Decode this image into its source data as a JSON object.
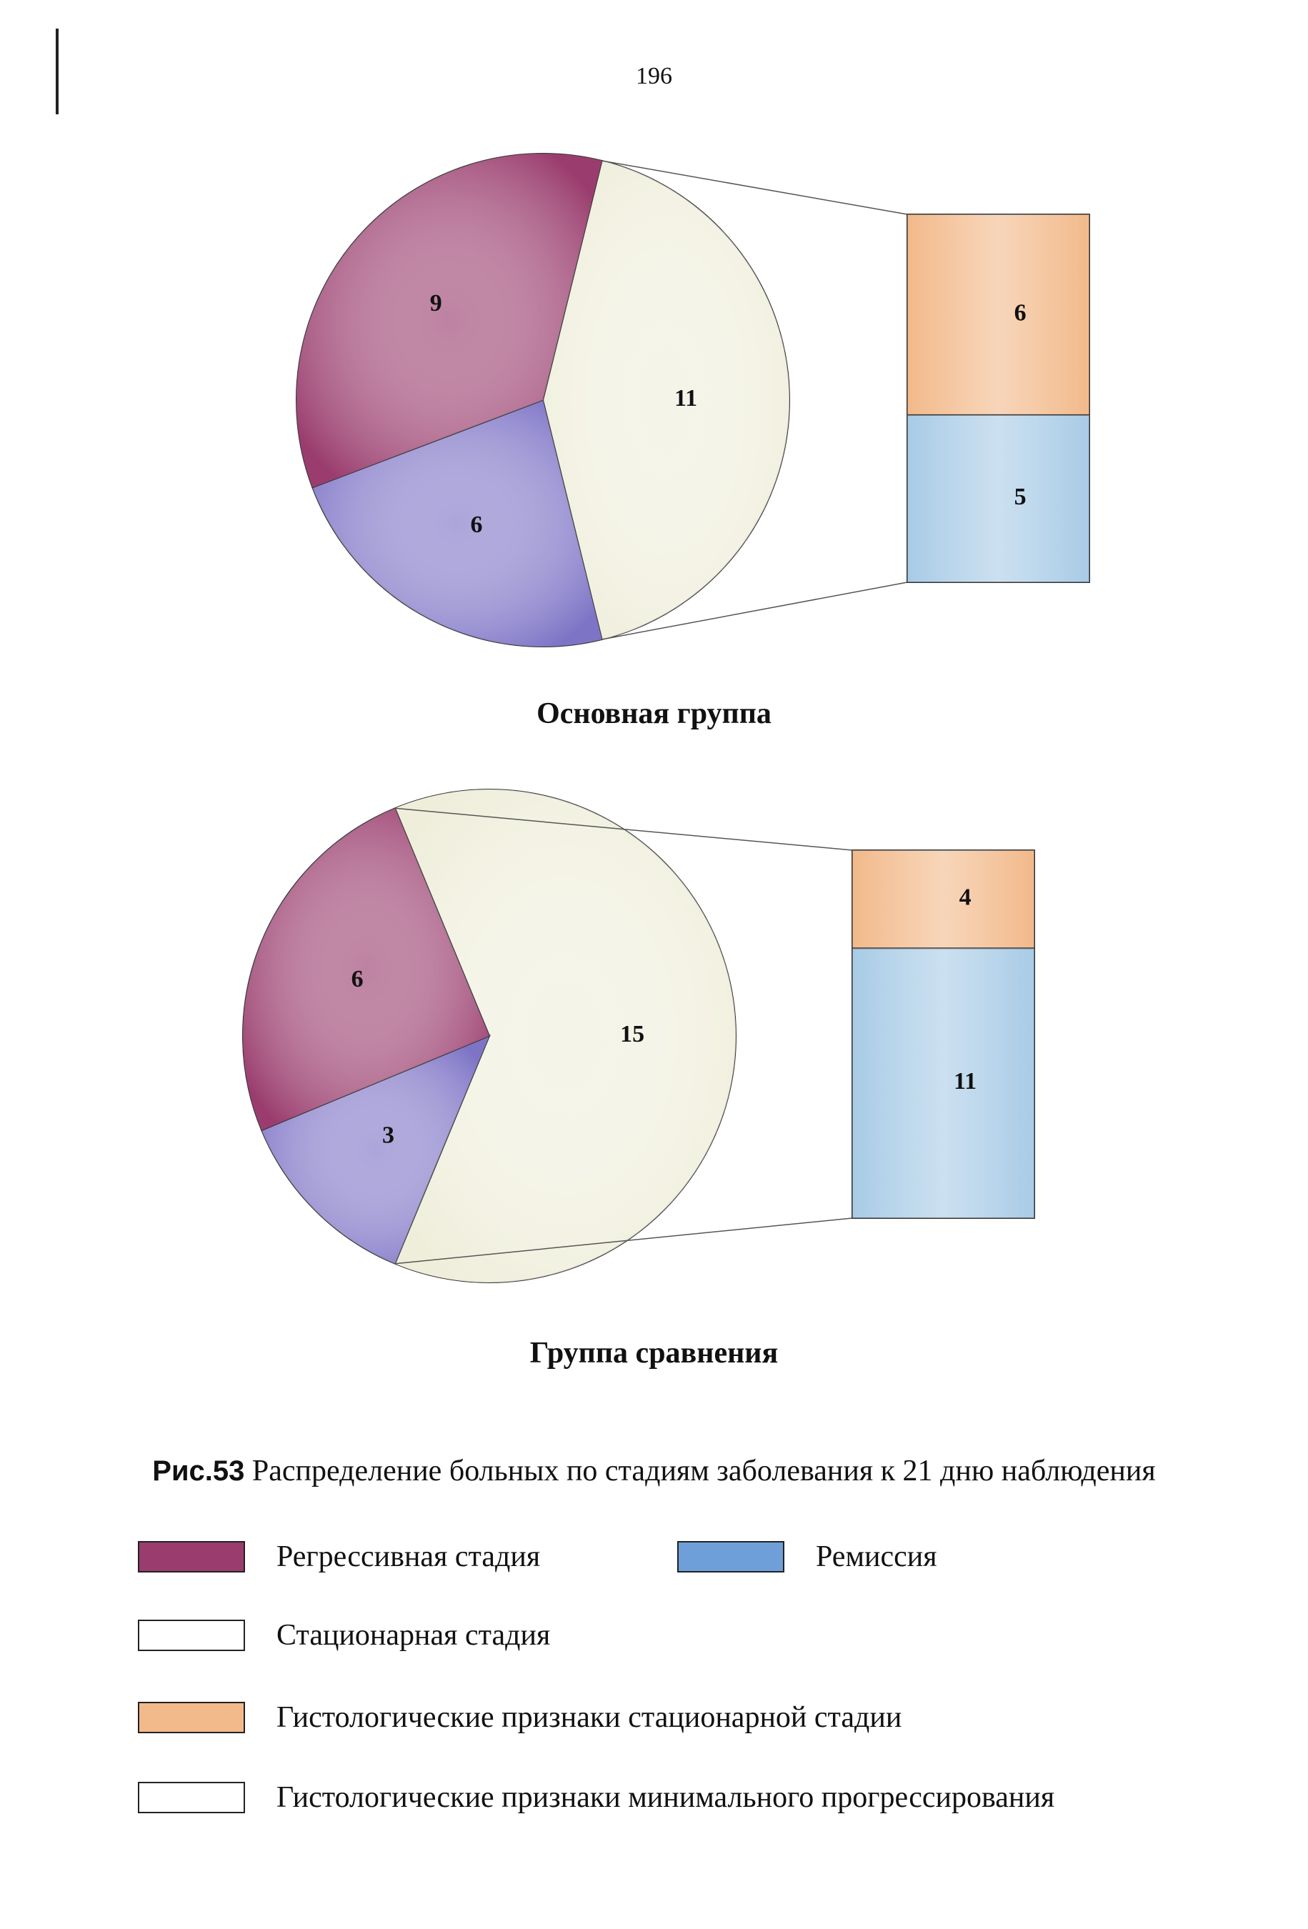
{
  "page_number": "196",
  "caption": {
    "figure": "Рис.53",
    "text": "Распределение больных по стадиям заболевания к 21 дню наблюдения"
  },
  "colors": {
    "regressive": "#9a3d6e",
    "stationary": "#efeedb",
    "remission": "#6f9fd8",
    "histo_stationary": "#f2b98a",
    "histo_progress": "#a8cbe6"
  },
  "legend": [
    {
      "label": "Регрессивная стадия",
      "color": "#9a3d6e"
    },
    {
      "label": "Ремиссия",
      "color": "#6f9fd8"
    },
    {
      "label": "Стационарная стадия",
      "color": "#ffffff"
    },
    {
      "label": "Гистологические признаки стационарной стадии",
      "color": "#f2b98a"
    },
    {
      "label": "Гистологические признаки минимального прогрессирования",
      "color": "#ffffff"
    }
  ],
  "chart_data": [
    {
      "type": "pie",
      "title": "Основная группа",
      "slices": [
        {
          "name": "Стационарная стадия",
          "value": 11,
          "label": "11",
          "color": "#efeedb"
        },
        {
          "name": "Ремиссия",
          "value": 6,
          "label": "6",
          "color": "#7e74c6"
        },
        {
          "name": "Регрессивная стадия",
          "value": 9,
          "label": "9",
          "color": "#9a3d6e"
        }
      ],
      "breakdown_of": "Стационарная стадия",
      "breakdown": [
        {
          "name": "Гистологические признаки стационарной стадии",
          "value": 6,
          "label": "6",
          "color": "#f2b98a"
        },
        {
          "name": "Гистологические признаки минимального прогрессирования",
          "value": 5,
          "label": "5",
          "color": "#a8cbe6"
        }
      ]
    },
    {
      "type": "pie",
      "title": "Группа сравнения",
      "slices": [
        {
          "name": "Стационарная стадия",
          "value": 15,
          "label": "15",
          "color": "#efeedb"
        },
        {
          "name": "Ремиссия",
          "value": 3,
          "label": "3",
          "color": "#7e74c6"
        },
        {
          "name": "Регрессивная стадия",
          "value": 6,
          "label": "6",
          "color": "#9a3d6e"
        }
      ],
      "breakdown_of": "Стационарная стадия",
      "breakdown": [
        {
          "name": "Гистологические признаки стационарной стадии",
          "value": 4,
          "label": "4",
          "color": "#f2b98a"
        },
        {
          "name": "Гистологические признаки минимального прогрессирования",
          "value": 11,
          "label": "11",
          "color": "#a8cbe6"
        }
      ]
    }
  ]
}
